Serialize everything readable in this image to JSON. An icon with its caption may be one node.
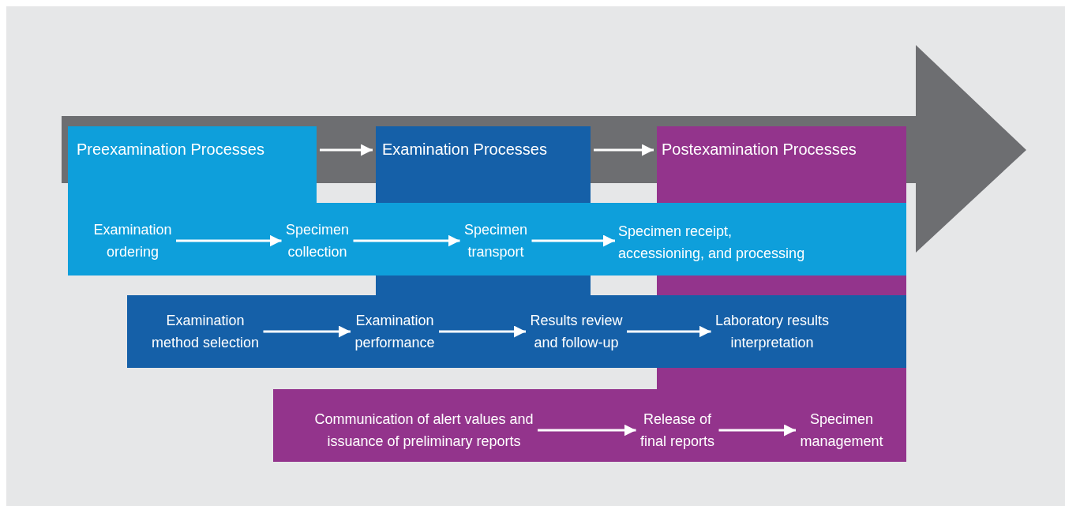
{
  "diagram": {
    "nodes": [
      {
        "text": [
          "Preexamination Processes"
        ]
      },
      {
        "text": [
          "Examination Processes"
        ]
      },
      {
        "text": [
          "Postexamination Processes"
        ]
      },
      {
        "text": [
          "Examination ordering"
        ]
      },
      {
        "text": [
          "Specimen collection"
        ]
      },
      {
        "text": [
          "Specimen transport"
        ]
      },
      {
        "text": [
          "Specimen receipt, accessioning, and processing"
        ]
      },
      {
        "text": [
          "Examination method selection"
        ]
      },
      {
        "text": [
          "Examination performance"
        ]
      },
      {
        "text": [
          "Results review and follow-up"
        ]
      },
      {
        "text": [
          "Laboratory results interpretation"
        ]
      },
      {
        "text": [
          "Communication of alert values and issuance of preliminary reports"
        ]
      },
      {
        "text": [
          "Release of final reports"
        ]
      },
      {
        "text": [
          "Specimen management"
        ]
      }
    ],
    "edges": [
      {
        "from": 0,
        "to": 1,
        "arrow": "to"
      },
      {
        "from": 1,
        "to": 2,
        "arrow": "to"
      },
      {
        "from": 3,
        "to": 4,
        "arrow": "to"
      },
      {
        "from": 4,
        "to": 5,
        "arrow": "to"
      },
      {
        "from": 5,
        "to": 6,
        "arrow": "to"
      },
      {
        "from": 7,
        "to": 8,
        "arrow": "to"
      },
      {
        "from": 8,
        "to": 9,
        "arrow": "to"
      },
      {
        "from": 9,
        "to": 10,
        "arrow": "to"
      },
      {
        "from": 11,
        "to": 12,
        "arrow": "to"
      },
      {
        "from": 12,
        "to": 13,
        "arrow": "to"
      }
    ]
  }
}
